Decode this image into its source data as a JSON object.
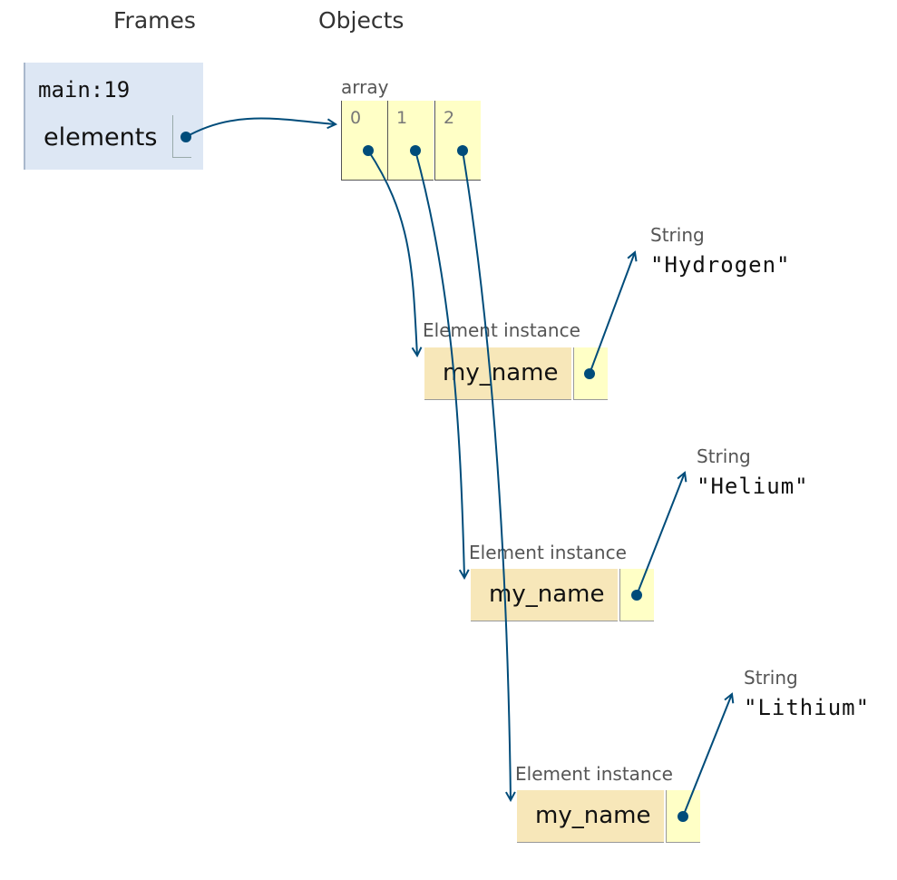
{
  "headers": {
    "frames": "Frames",
    "objects": "Objects"
  },
  "frame": {
    "name": "main:19",
    "variable": "elements"
  },
  "array": {
    "label": "array",
    "indices": [
      "0",
      "1",
      "2"
    ]
  },
  "instances": [
    {
      "label": "Element instance",
      "field": "my_name",
      "string_label": "String",
      "string_value": "\"Hydrogen\""
    },
    {
      "label": "Element instance",
      "field": "my_name",
      "string_label": "String",
      "string_value": "\"Helium\""
    },
    {
      "label": "Element instance",
      "field": "my_name",
      "string_label": "String",
      "string_value": "\"Lithium\""
    }
  ],
  "colors": {
    "pointer": "#004c7a",
    "frame_bg": "#dde7f4",
    "object_bg": "#ffffc6",
    "field_bg": "#f7e7b9"
  }
}
